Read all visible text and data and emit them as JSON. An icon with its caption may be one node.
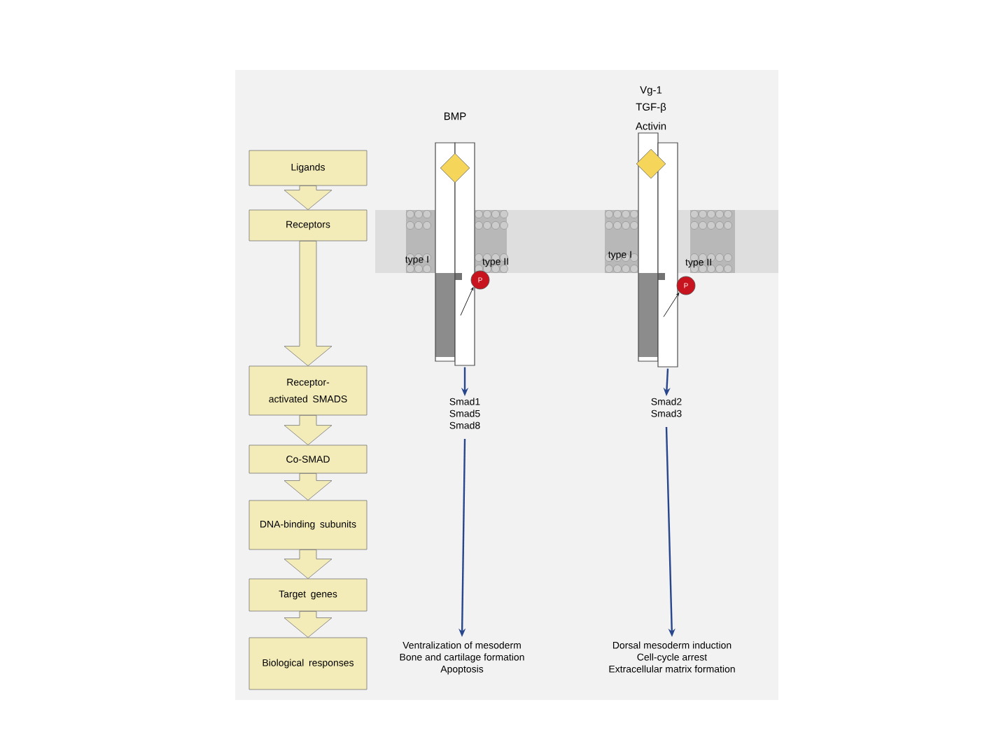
{
  "diagram": {
    "nodes": [
      {
        "text": [
          "Ligands"
        ]
      },
      {
        "text": [
          "Receptors"
        ]
      },
      {
        "text": [
          "Receptor-activated SMADS"
        ]
      },
      {
        "text": [
          "Co-SMAD"
        ]
      },
      {
        "text": [
          "DNA-binding subunits"
        ]
      },
      {
        "text": [
          "Target genes"
        ]
      },
      {
        "text": [
          "Biological responses"
        ]
      },
      {
        "text": [],
        "shape": "diamond"
      },
      {
        "text": [],
        "shape": "bar",
        "beside": [
          "type I"
        ]
      },
      {
        "text": [],
        "shape": "bar",
        "beside": [
          "type II"
        ]
      },
      {
        "text": [
          "P"
        ]
      },
      {
        "text": [
          "Smad1",
          "Smad5",
          "Smad8"
        ]
      },
      {
        "text": [
          "Ventralization of mesoderm",
          "Bone and cartilage formation",
          "Apoptosis"
        ]
      },
      {
        "text": [],
        "shape": "diamond"
      },
      {
        "text": [],
        "shape": "bar",
        "beside": [
          "type I"
        ]
      },
      {
        "text": [],
        "shape": "bar",
        "beside": [
          "type II"
        ]
      },
      {
        "text": [
          "P"
        ]
      },
      {
        "text": [
          "Smad2",
          "Smad3"
        ]
      },
      {
        "text": [
          "Dorsal mesoderm induction",
          "Cell-cycle arrest",
          "Extracellular matrix formation"
        ]
      }
    ],
    "edges": [
      {
        "from": 0,
        "to": 1,
        "arrow": "to"
      },
      {
        "from": 1,
        "to": 2,
        "arrow": "to"
      },
      {
        "from": 2,
        "to": 3,
        "arrow": "to"
      },
      {
        "from": 3,
        "to": 4,
        "arrow": "to"
      },
      {
        "from": 4,
        "to": 5,
        "arrow": "to"
      },
      {
        "from": 5,
        "to": 6,
        "arrow": "to"
      },
      {
        "from": 9,
        "to": 10,
        "arrow": "to",
        "color": "#222222"
      },
      {
        "from": 9,
        "to": 11,
        "arrow": "to"
      },
      {
        "from": 11,
        "to": 12,
        "arrow": "to"
      },
      {
        "from": 15,
        "to": 16,
        "arrow": "to",
        "color": "#222222"
      },
      {
        "from": 15,
        "to": 17,
        "arrow": "to"
      },
      {
        "from": 17,
        "to": 18,
        "arrow": "to"
      }
    ],
    "labels": [
      "BMP",
      "Vg-1",
      "TGF-β",
      "Activin"
    ]
  }
}
